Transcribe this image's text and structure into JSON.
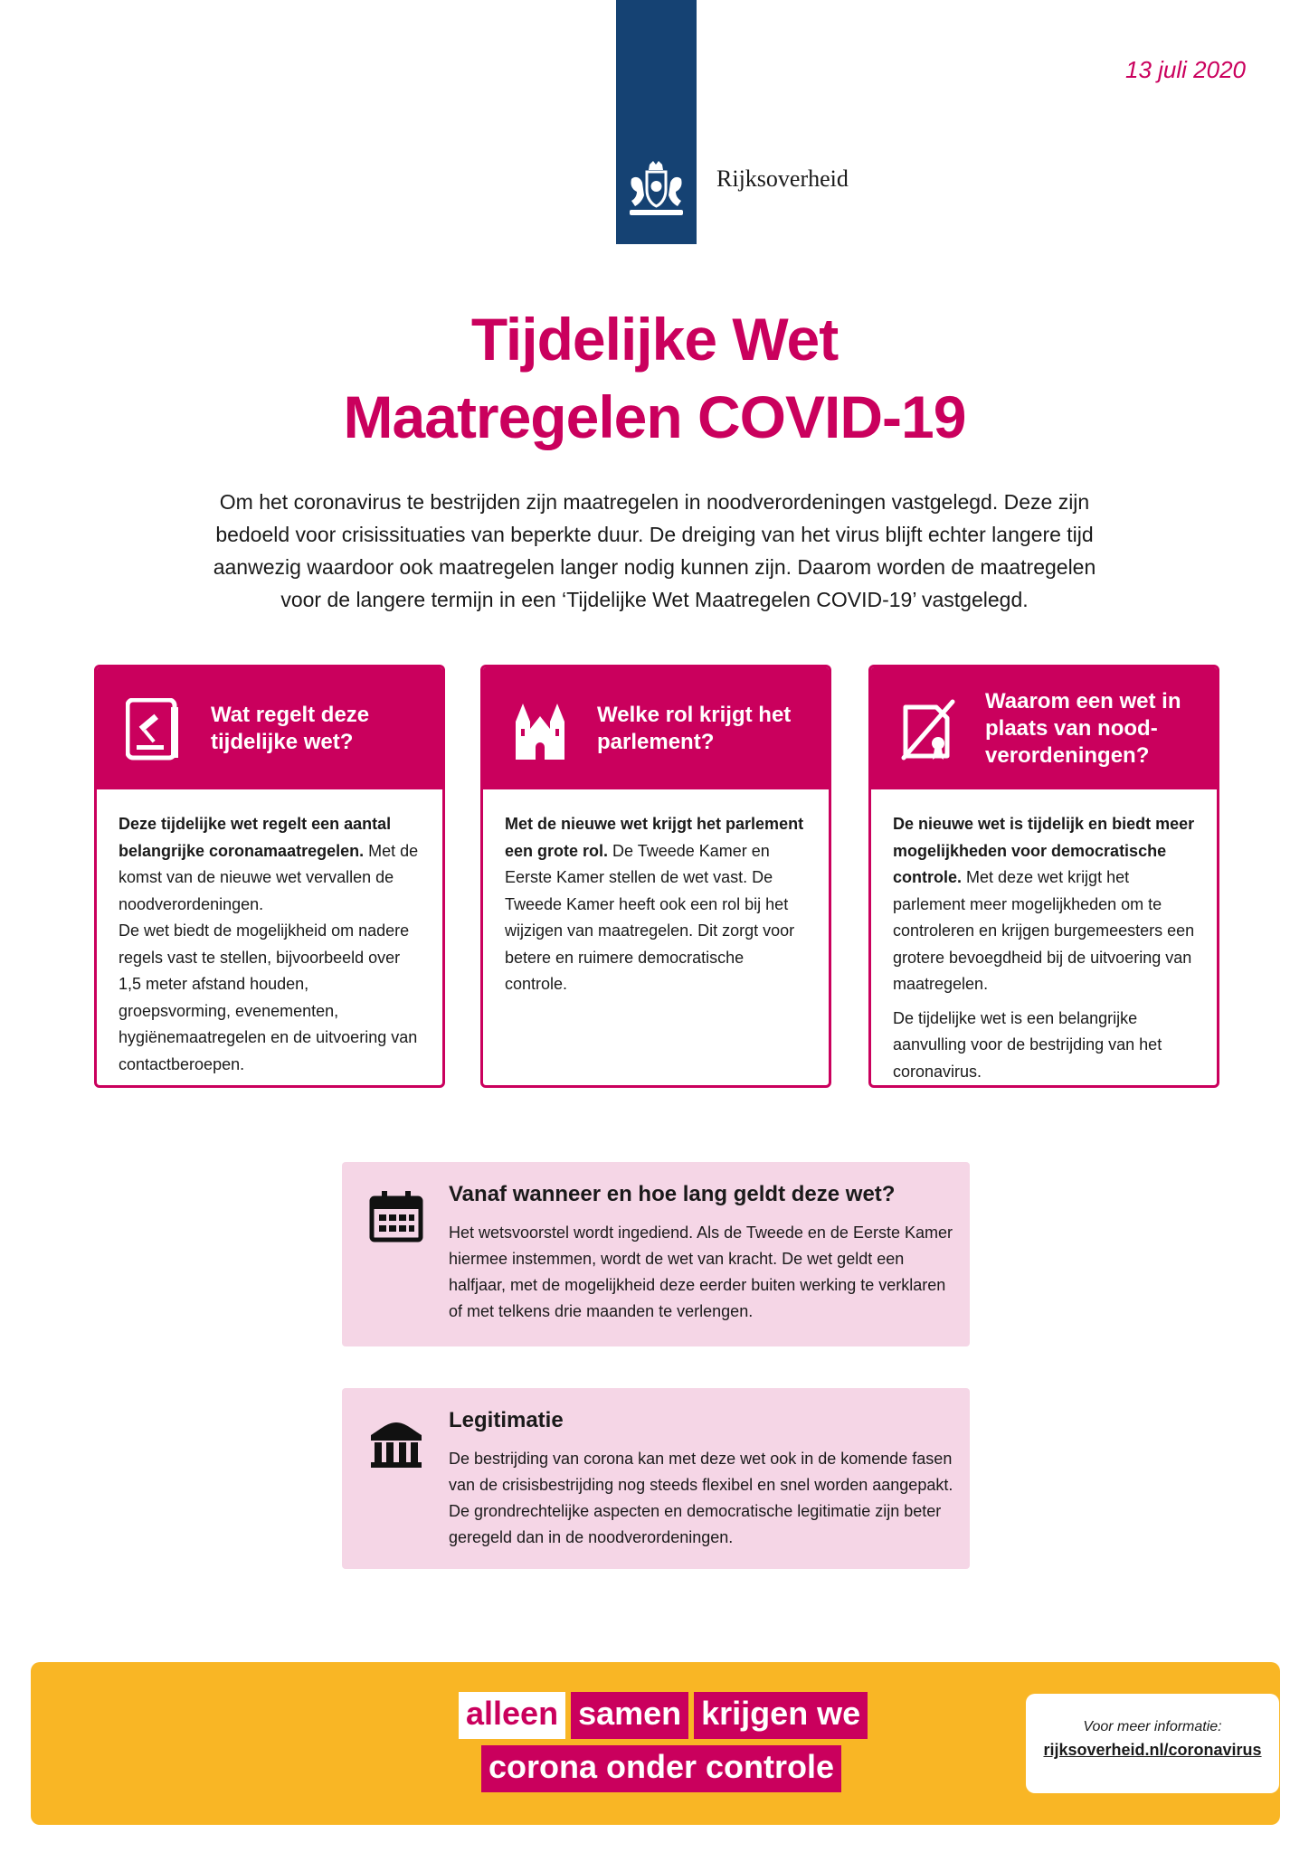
{
  "header": {
    "date": "13 juli 2020",
    "logo_text": "Rijksoverheid"
  },
  "title": {
    "line1": "Tijdelijke Wet",
    "line2": "Maatregelen COVID-19"
  },
  "intro": "Om het coronavirus te bestrijden zijn maatregelen in noodverordeningen vastgelegd. Deze zijn bedoeld voor crisissituaties van beperkte duur. De dreiging van het virus blijft echter langere tijd aanwezig waardoor ook maatregelen langer nodig kunnen zijn. Daarom worden de maatregelen voor de langere termijn in een ‘Tijdelijke Wet Maatregelen COVID-19’ vastgelegd.",
  "cards": [
    {
      "title": "Wat regelt deze tijdelijke wet?",
      "icon": "law-book-icon",
      "bold": "Deze tijdelijke wet regelt een aantal belangrijke coronamaatregelen.",
      "text": " Met de komst van de  nieuwe wet vervallen de noodverordeningen.",
      "para2": "De wet biedt de mogelijkheid om nadere regels vast te stellen, bijvoorbeeld over 1,5 meter afstand houden, groepsvorming, evenementen, hygiënemaatregelen en de uitvoering van contactberoepen."
    },
    {
      "title": "Welke rol krijgt het parlement?",
      "icon": "parliament-building-icon",
      "bold": "Met de nieuwe wet krijgt het parlement een grote rol.",
      "text": " De Tweede Kamer en Eerste Kamer stellen de wet vast. De Tweede Kamer heeft ook een rol bij het wijzigen van maatregelen. Dit zorgt voor betere en ruimere democratische controle."
    },
    {
      "title": "Waarom een wet in plaats van nood-verordeningen?",
      "icon": "crossed-document-icon",
      "bold": "De nieuwe wet is tijdelijk en biedt meer mogelijkheden voor democratische controle.",
      "text": " Met deze wet krijgt het parlement meer mogelijkheden om te controleren en krijgen burgemeesters een grotere bevoegdheid bij de uitvoering van maatregelen.",
      "para2": "De tijdelijke wet is een belangrijke aanvulling voor de bestrijding van het coronavirus."
    }
  ],
  "info_boxes": [
    {
      "title": "Vanaf wanneer en hoe lang geldt deze wet?",
      "icon": "calendar-icon",
      "text": "Het wetsvoorstel wordt ingediend. Als de Tweede en de Eerste Kamer hiermee instemmen, wordt de wet van kracht. De wet geldt een halfjaar, met de mogelijkheid deze eerder buiten werking te verklaren of met telkens drie maanden te verlengen."
    },
    {
      "title": "Legitimatie",
      "icon": "government-building-icon",
      "text": "De bestrijding van corona kan met deze wet ook in de komende fasen van de crisisbestrijding nog steeds flexibel en snel worden aangepakt. De grondrechtelijke aspecten en democratische legitimatie zijn beter geregeld dan in de noodverordeningen."
    }
  ],
  "footer": {
    "slogan": [
      "alleen",
      "samen",
      "krijgen we",
      "corona onder controle"
    ],
    "more_label": "Voor meer informatie:",
    "more_link": "rijksoverheid.nl/coronavirus"
  },
  "colors": {
    "brand_pink": "#ca005d",
    "brand_blue": "#154273",
    "light_pink": "#f5d6e6",
    "footer_yellow": "#f9b625"
  }
}
